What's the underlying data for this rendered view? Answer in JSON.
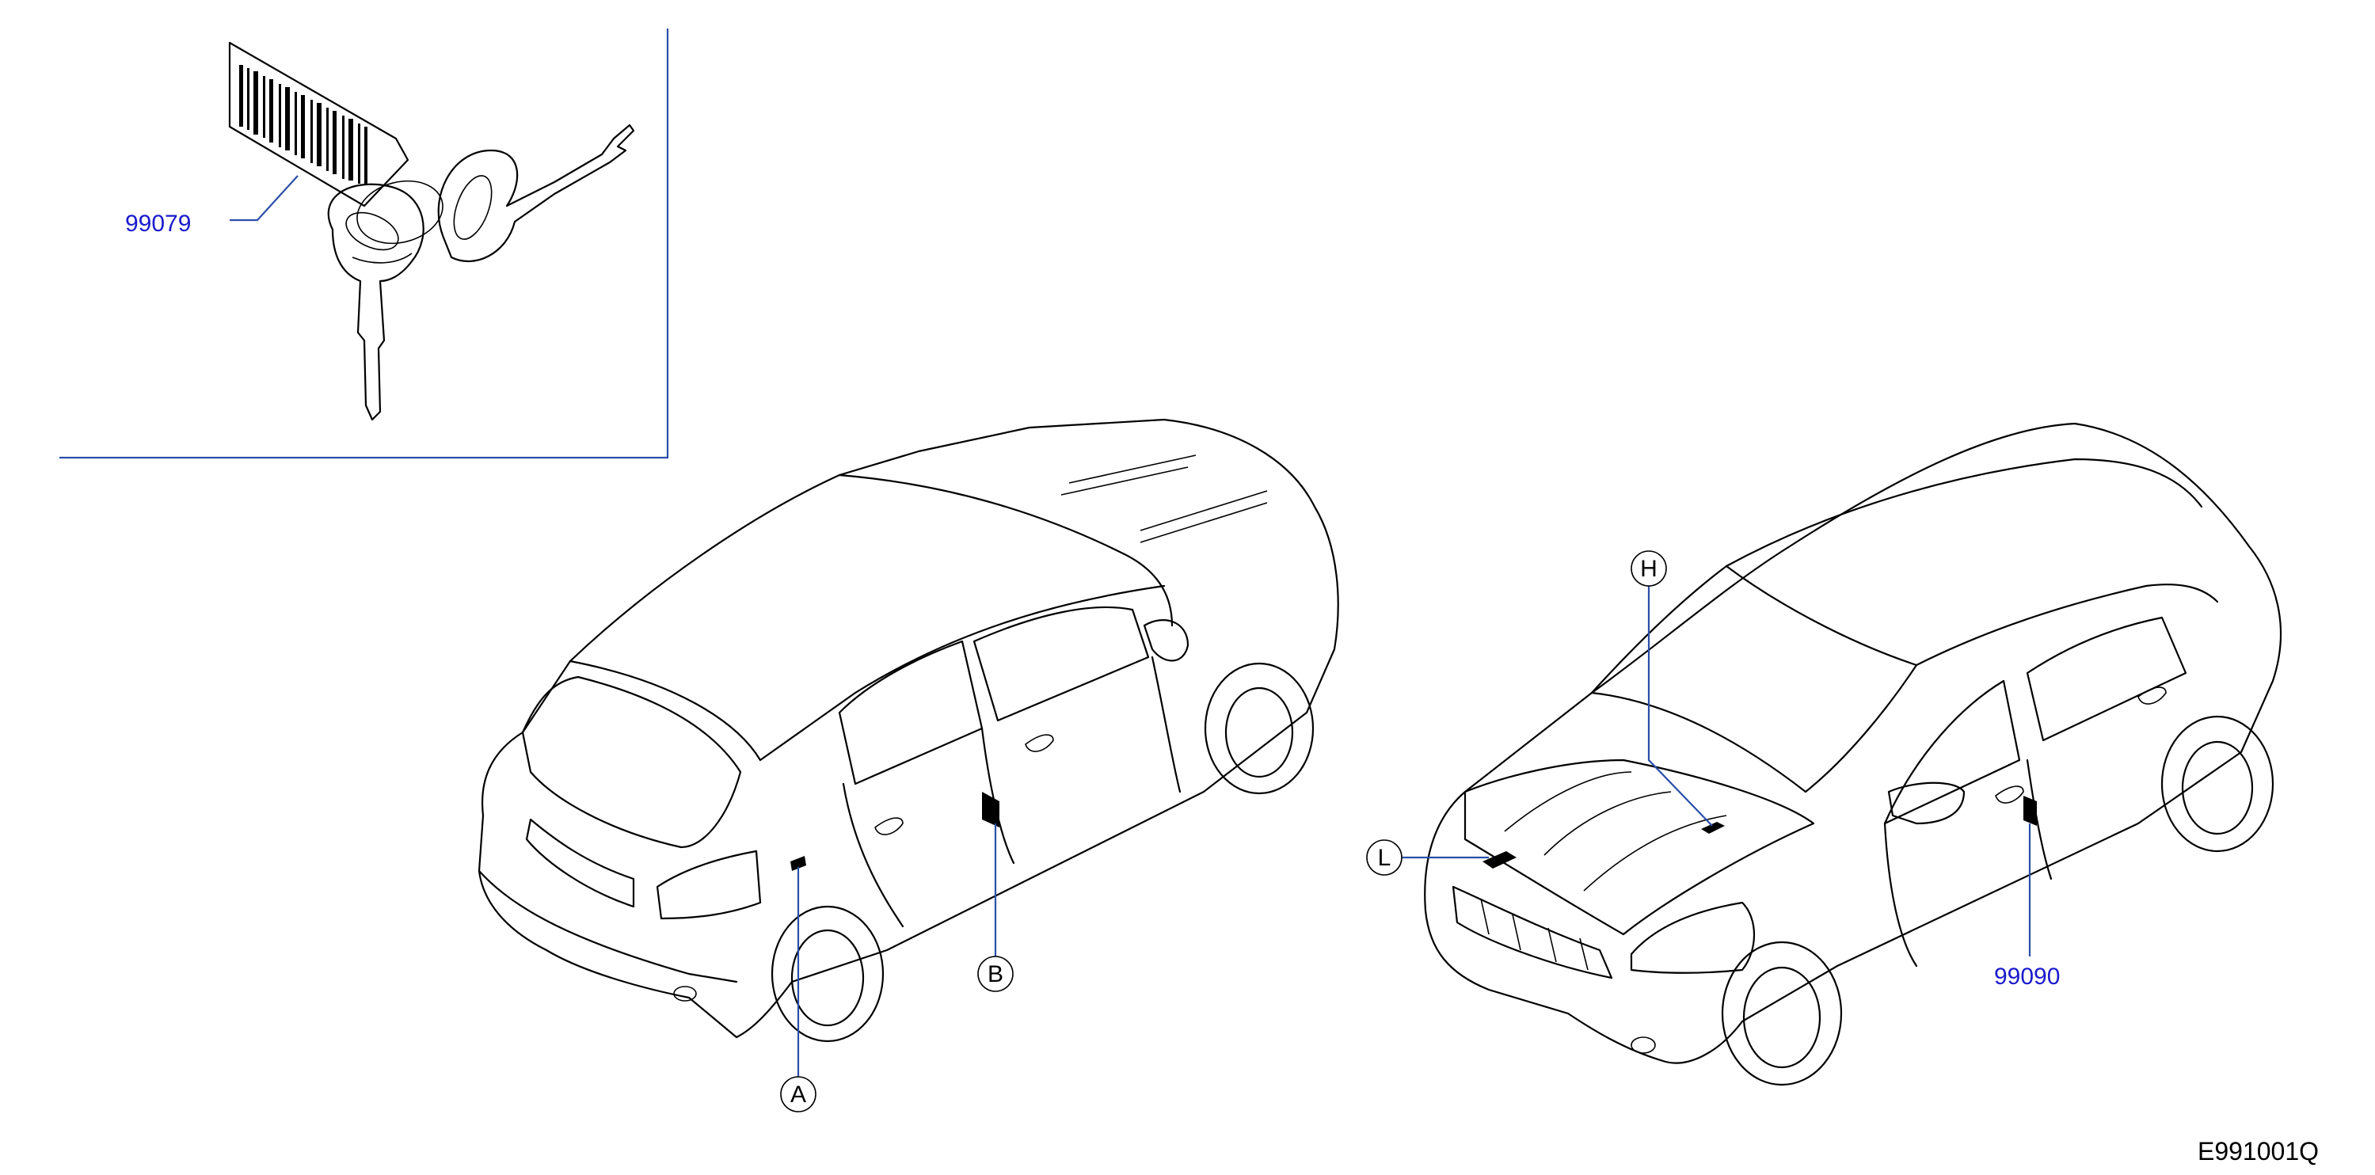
{
  "diagram": {
    "document_code": "E991001Q",
    "inset": {
      "part_number": "99079",
      "content": "key-with-barcode-tag",
      "border_color": "#2b4fa8"
    },
    "rear_vehicle": {
      "callouts": [
        {
          "id": "A",
          "letter": "A"
        },
        {
          "id": "B",
          "letter": "B"
        }
      ]
    },
    "front_vehicle": {
      "callouts": [
        {
          "id": "H",
          "letter": "H"
        },
        {
          "id": "L",
          "letter": "L"
        }
      ],
      "part_number": "99090"
    },
    "colors": {
      "part_number_text": "#1a1acc",
      "leader_line": "#2b4fa8",
      "outline": "#000000"
    }
  }
}
